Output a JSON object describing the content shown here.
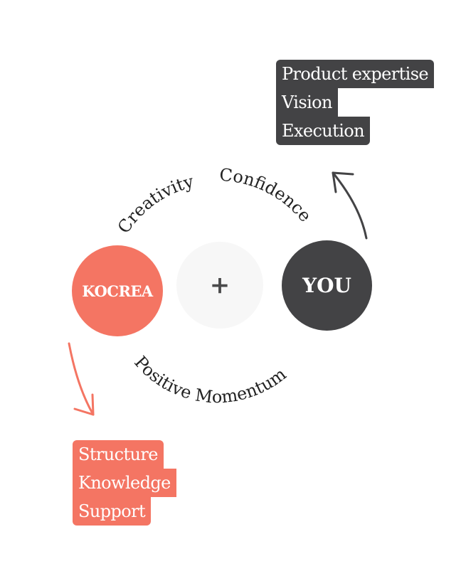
{
  "circles": {
    "kocrea": "KOCREA",
    "plus": "+",
    "you": "YOU"
  },
  "arc_labels": {
    "creativity": "Creativity",
    "confidence": "Confidence",
    "positive_momentum": "Positive Momentum"
  },
  "you_contributions": [
    "Product expertise",
    "Vision",
    "Execution"
  ],
  "kocrea_contributions": [
    "Structure",
    "Knowledge",
    "Support"
  ],
  "colors": {
    "kocrea": "#f47563",
    "you": "#434345",
    "plus_bg": "#f7f7f7",
    "arrow_dark": "#434345",
    "arrow_coral": "#f47563"
  }
}
